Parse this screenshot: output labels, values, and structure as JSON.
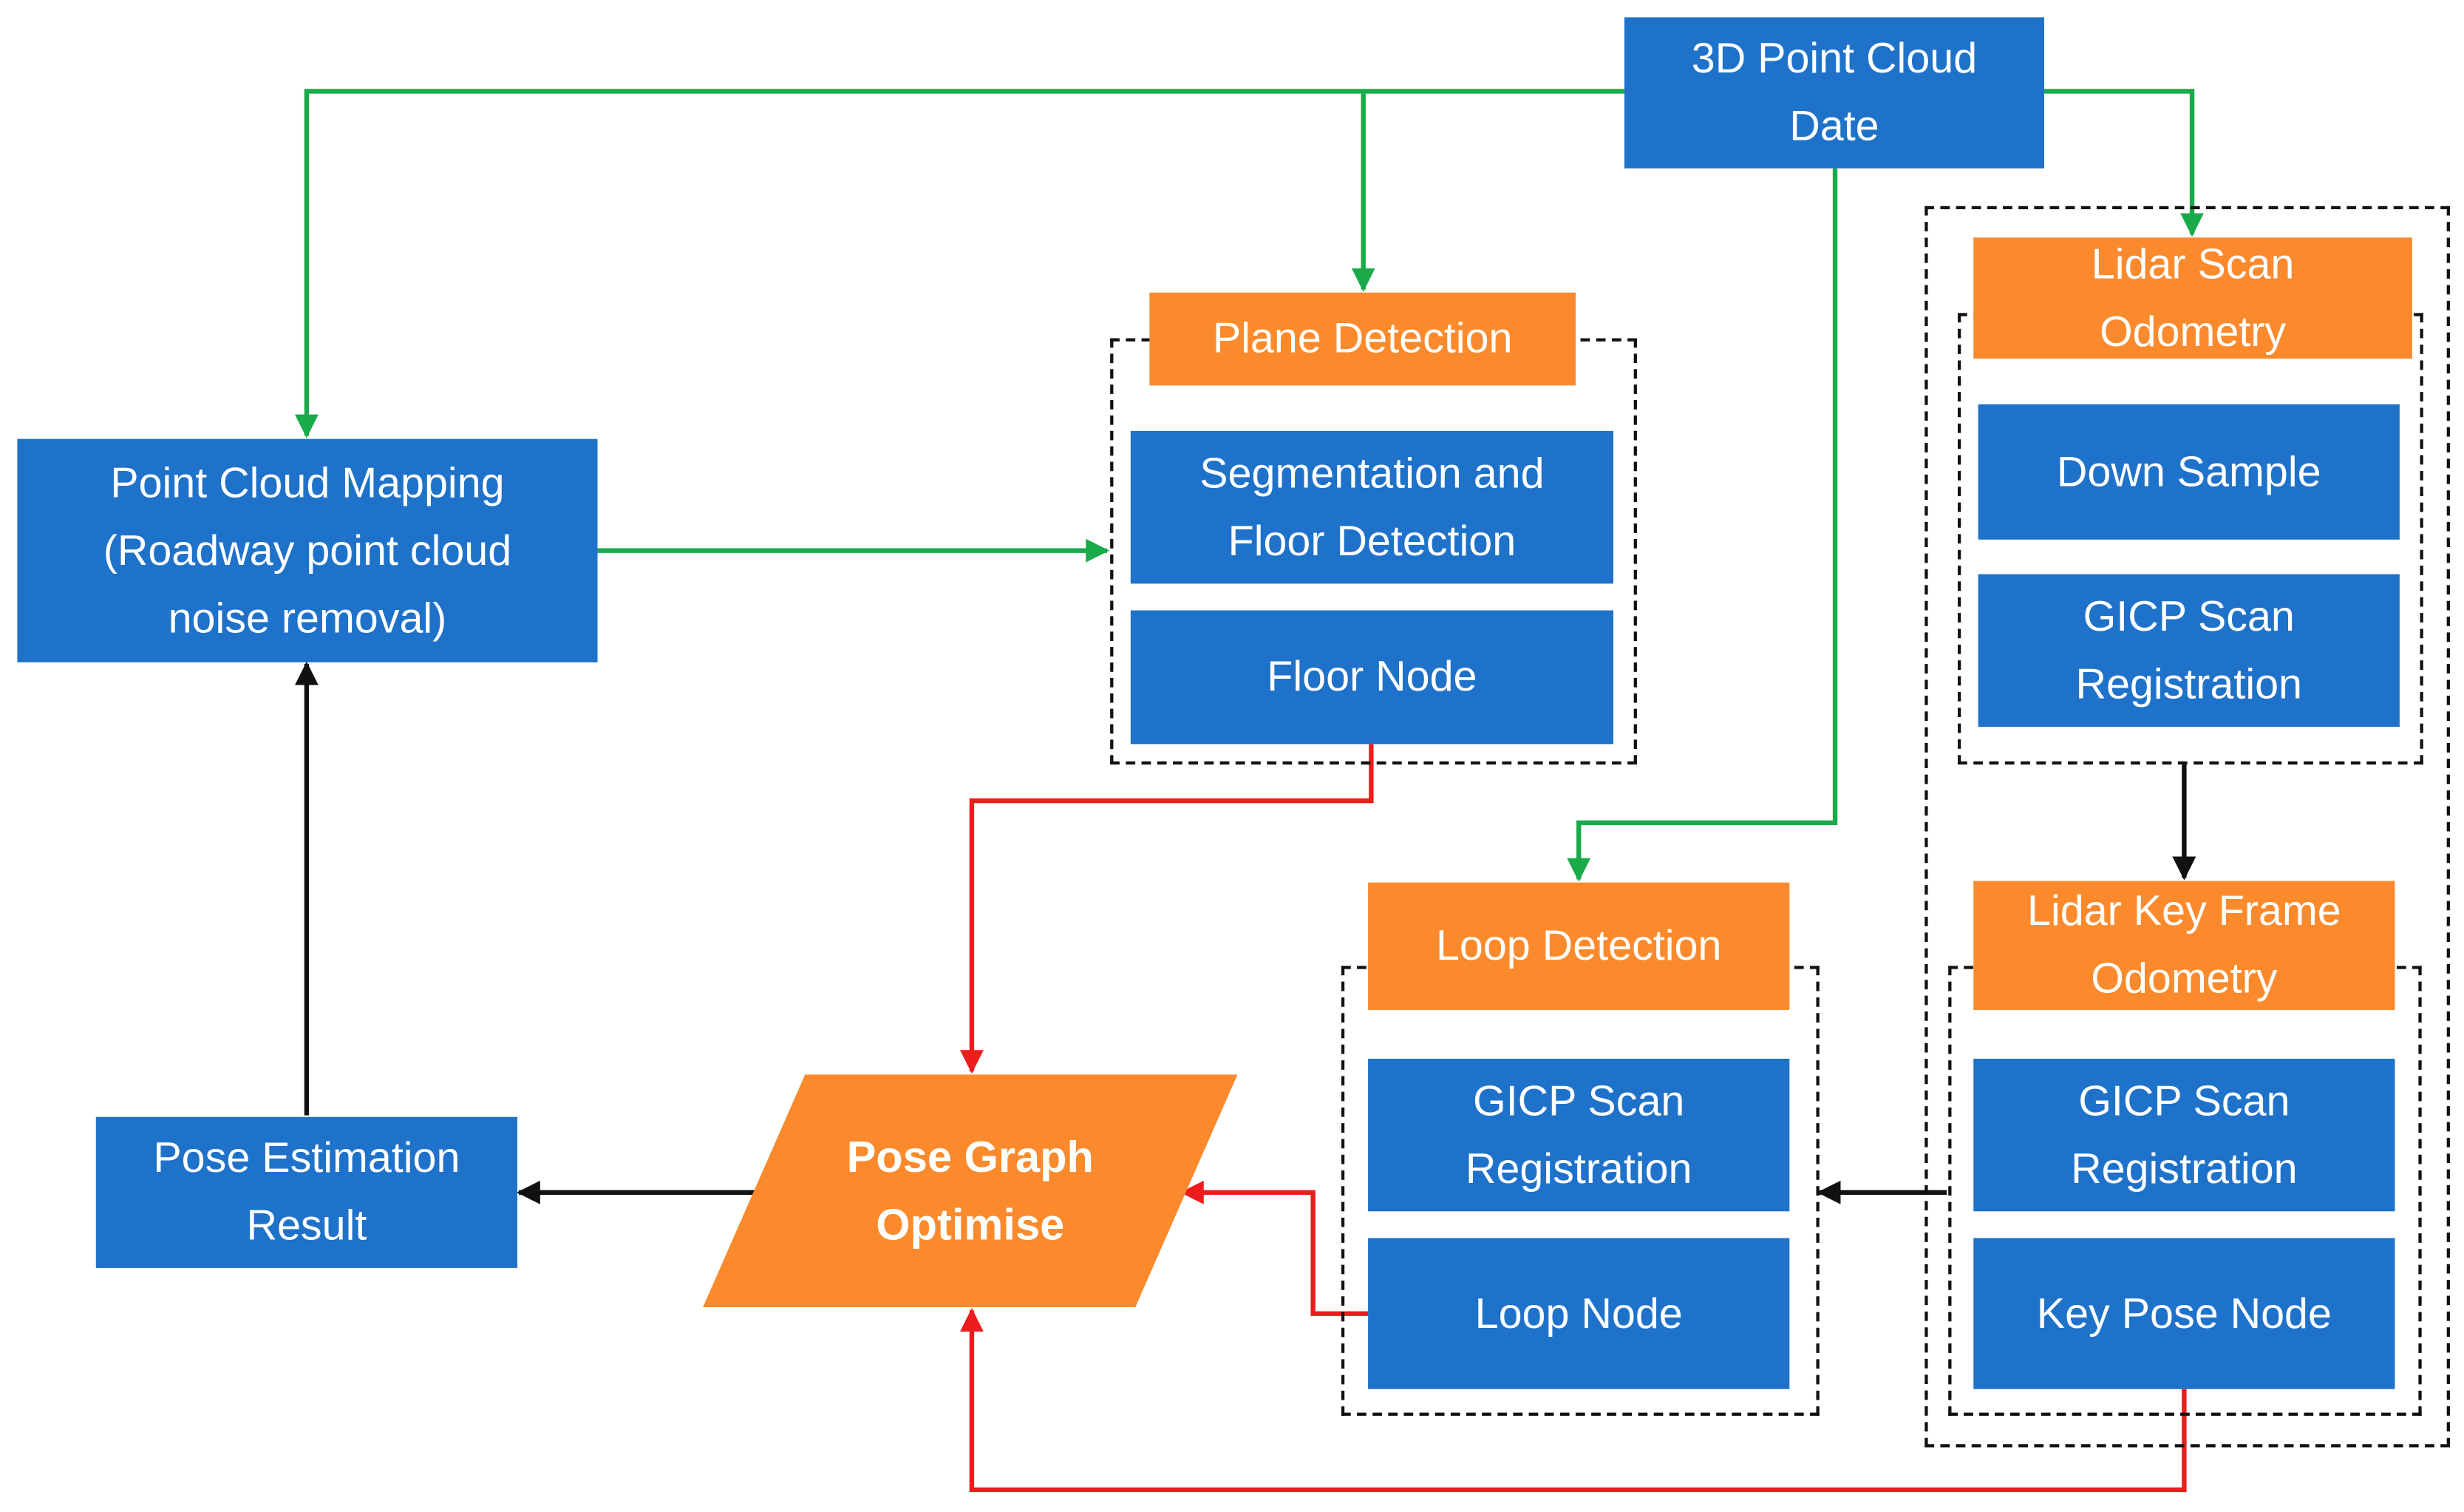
{
  "colors": {
    "blue": "#1f72c9",
    "orange": "#fb8a2d",
    "green_arrow": "#1aaa4a",
    "red_arrow": "#ee1c1c",
    "black_arrow": "#111111"
  },
  "nodes": {
    "point_cloud_data": "3D Point Cloud\nDate",
    "point_cloud_mapping": "Point Cloud Mapping\n(Roadway point cloud\nnoise removal)",
    "plane_detection": "Plane Detection",
    "segmentation_floor_detection": "Segmentation and\nFloor Detection",
    "floor_node": "Floor Node",
    "lidar_scan_odometry": "Lidar Scan\nOdometry",
    "down_sample": "Down Sample",
    "gicp_scan_registration_odometry": "GICP Scan\nRegistration",
    "lidar_key_frame_odometry": "Lidar Key Frame\nOdometry",
    "gicp_scan_registration_keyframe": "GICP Scan\nRegistration",
    "key_pose_node": "Key Pose Node",
    "loop_detection": "Loop Detection",
    "gicp_scan_registration_loop": "GICP Scan\nRegistration",
    "loop_node": "Loop Node",
    "pose_graph_optimise": "Pose Graph\nOptimise",
    "pose_estimation_result": "Pose Estimation\nResult"
  },
  "edges": [
    {
      "from": "3D Point Cloud Date",
      "to": "Point Cloud Mapping",
      "color": "green"
    },
    {
      "from": "3D Point Cloud Date",
      "to": "Plane Detection",
      "color": "green"
    },
    {
      "from": "3D Point Cloud Date",
      "to": "Lidar Scan Odometry",
      "color": "green"
    },
    {
      "from": "3D Point Cloud Date",
      "to": "Loop Detection",
      "color": "green"
    },
    {
      "from": "Point Cloud Mapping",
      "to": "Plane Detection",
      "color": "green"
    },
    {
      "from": "Lidar Scan Odometry",
      "to": "Lidar Key Frame Odometry",
      "color": "black"
    },
    {
      "from": "Lidar Key Frame Odometry",
      "to": "Loop Detection",
      "color": "black"
    },
    {
      "from": "Floor Node",
      "to": "Pose Graph Optimise",
      "color": "red"
    },
    {
      "from": "Loop Node",
      "to": "Pose Graph Optimise",
      "color": "red"
    },
    {
      "from": "Key Pose Node",
      "to": "Pose Graph Optimise",
      "color": "red"
    },
    {
      "from": "Pose Graph Optimise",
      "to": "Pose Estimation Result",
      "color": "black"
    },
    {
      "from": "Pose Estimation Result",
      "to": "Point Cloud Mapping",
      "color": "black"
    }
  ]
}
